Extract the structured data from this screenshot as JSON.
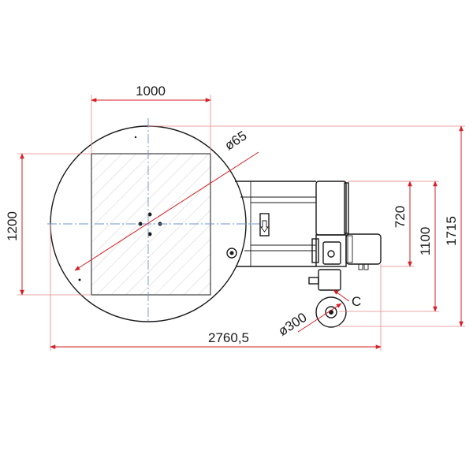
{
  "drawing": {
    "colors": {
      "outline": "#1a1a1a",
      "dimension": "#d61f26",
      "centerline": "#6e95cc",
      "hatch": "#c6c6c6"
    },
    "dimensions": {
      "top_width": "1000",
      "diameter_small": "ø65",
      "left_height": "1200",
      "right_720": "720",
      "right_1100": "1100",
      "right_1715": "1715",
      "bottom_total": "2760,5",
      "wheel_diameter": "ø300",
      "label_c": "C"
    }
  }
}
